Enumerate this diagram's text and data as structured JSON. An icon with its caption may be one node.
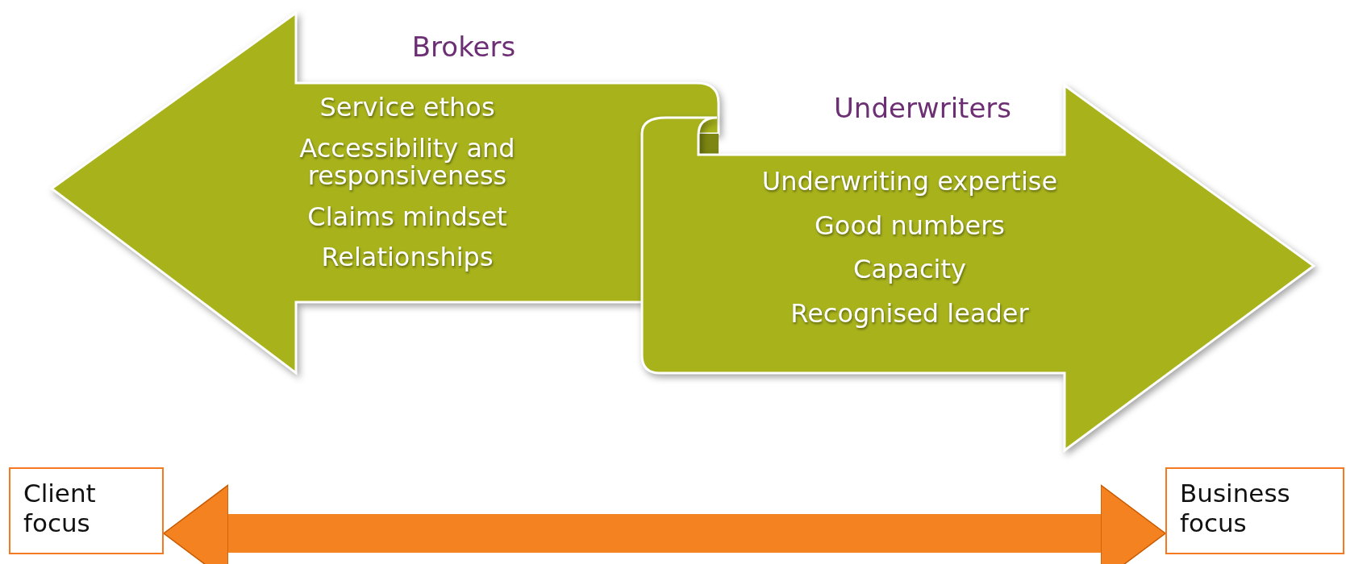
{
  "diagram": {
    "nodes": [
      {
        "text": [
          "Brokers",
          "Service ethos",
          "Accessibility and responsiveness",
          "Claims mindset",
          "Relationships"
        ]
      },
      {
        "text": [
          "Underwriters",
          "Underwriting expertise",
          "Good numbers",
          "Capacity",
          "Recognised leader"
        ]
      },
      {
        "text": [
          "Client focus"
        ]
      },
      {
        "text": [
          "Business focus"
        ]
      }
    ],
    "edges": [
      {
        "from": 2,
        "to": 3,
        "arrow": "both"
      }
    ]
  }
}
